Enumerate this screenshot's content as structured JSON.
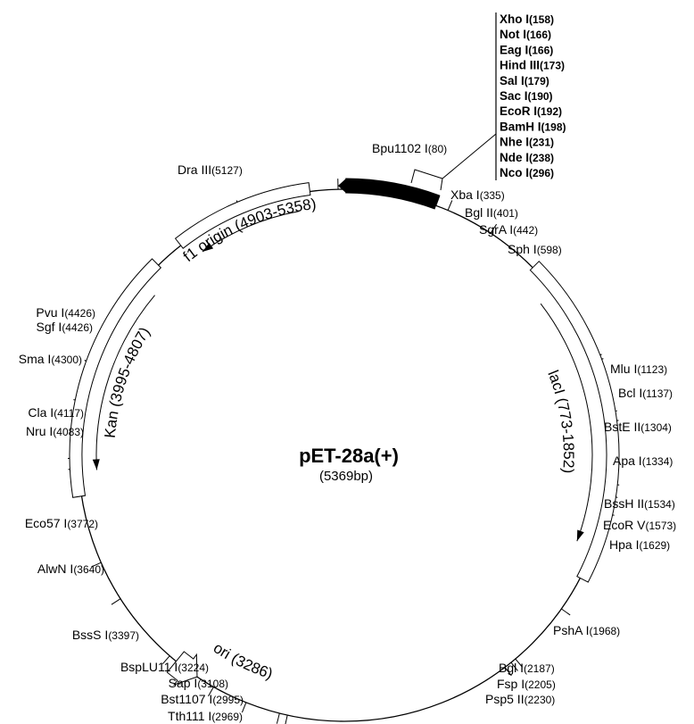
{
  "plasmid": {
    "name": "pET-28a(+)",
    "size_label": "(5369bp)",
    "length": 5369
  },
  "features": [
    {
      "label": "f1 origin (4903-5358)",
      "start": 4903,
      "end": 5358,
      "style": "open",
      "arrow": "ccw"
    },
    {
      "label": "Kan (3995-4807)",
      "start": 3995,
      "end": 4807,
      "style": "open",
      "arrow": "ccw"
    },
    {
      "label": "lacI (773-1852)",
      "start": 773,
      "end": 1852,
      "style": "open",
      "arrow": "cw"
    },
    {
      "label": "ori (3286)",
      "start": 3286,
      "end": 3286,
      "style": "arrow-box",
      "arrow": "ccw"
    },
    {
      "label": "",
      "start": 80,
      "end": 400,
      "style": "filled",
      "arrow": "ccw"
    }
  ],
  "mcs": {
    "sites": [
      {
        "name": "Xho I",
        "pos": "(158)"
      },
      {
        "name": "Not I",
        "pos": "(166)"
      },
      {
        "name": "Eag I",
        "pos": "(166)"
      },
      {
        "name": "Hind III",
        "pos": "(173)"
      },
      {
        "name": "Sal I",
        "pos": "(179)"
      },
      {
        "name": "Sac I",
        "pos": "(190)"
      },
      {
        "name": "EcoR I",
        "pos": "(192)"
      },
      {
        "name": "BamH I",
        "pos": "(198)"
      },
      {
        "name": "Nhe I",
        "pos": "(231)"
      },
      {
        "name": "Nde I",
        "pos": "(238)"
      },
      {
        "name": "Nco I",
        "pos": "(296)"
      }
    ]
  },
  "sites": [
    {
      "name": "Bpu1102 I",
      "pos": "(80)",
      "bp": 80
    },
    {
      "name": "Xba I",
      "pos": "(335)",
      "bp": 335
    },
    {
      "name": "Bgl II",
      "pos": "(401)",
      "bp": 401
    },
    {
      "name": "SgrA I",
      "pos": "(442)",
      "bp": 442
    },
    {
      "name": "Sph I",
      "pos": "(598)",
      "bp": 598
    },
    {
      "name": "Mlu I",
      "pos": "(1123)",
      "bp": 1123
    },
    {
      "name": "Bcl I",
      "pos": "(1137)",
      "bp": 1137
    },
    {
      "name": "BstE II",
      "pos": "(1304)",
      "bp": 1304
    },
    {
      "name": "Apa I",
      "pos": "(1334)",
      "bp": 1334
    },
    {
      "name": "BssH II",
      "pos": "(1534)",
      "bp": 1534
    },
    {
      "name": "EcoR V",
      "pos": "(1573)",
      "bp": 1573
    },
    {
      "name": "Hpa I",
      "pos": "(1629)",
      "bp": 1629
    },
    {
      "name": "PshA I",
      "pos": "(1968)",
      "bp": 1968
    },
    {
      "name": "Bgl I",
      "pos": "(2187)",
      "bp": 2187
    },
    {
      "name": "Fsp I",
      "pos": "(2205)",
      "bp": 2205
    },
    {
      "name": "Psp5 II",
      "pos": "(2230)",
      "bp": 2230
    },
    {
      "name": "Tth111 I",
      "pos": "(2969)",
      "bp": 2969
    },
    {
      "name": "Bst1107 I",
      "pos": "(2995)",
      "bp": 2995
    },
    {
      "name": "Sap I",
      "pos": "(3108)",
      "bp": 3108
    },
    {
      "name": "BspLU11 I",
      "pos": "(3224)",
      "bp": 3224
    },
    {
      "name": "BssS I",
      "pos": "(3397)",
      "bp": 3397
    },
    {
      "name": "AlwN I",
      "pos": "(3640)",
      "bp": 3640
    },
    {
      "name": "Eco57 I",
      "pos": "(3772)",
      "bp": 3772
    },
    {
      "name": "Nru I",
      "pos": "(4083)",
      "bp": 4083
    },
    {
      "name": "Cla I",
      "pos": "(4117)",
      "bp": 4117
    },
    {
      "name": "Sma I",
      "pos": "(4300)",
      "bp": 4300
    },
    {
      "name": "Sgf I",
      "pos": "(4426)",
      "bp": 4426
    },
    {
      "name": "Pvu I",
      "pos": "(4426)",
      "bp": 4426
    },
    {
      "name": "Dra III",
      "pos": "(5127)",
      "bp": 5127
    }
  ],
  "colors": {
    "line": "#000000",
    "fill": "#000000",
    "background": "#ffffff"
  }
}
